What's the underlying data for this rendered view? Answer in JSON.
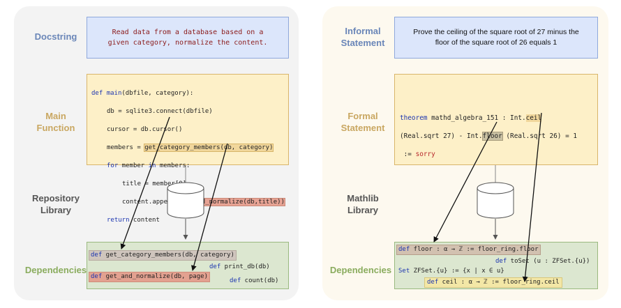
{
  "left": {
    "labels": {
      "docstring": "Docstring",
      "main_function": "Main\nFunction",
      "repository_library": "Repository\nLibrary",
      "dependencies": "Dependencies"
    },
    "docstring_text": "Read data from a database based on a\ngiven category, normalize the content.",
    "code": {
      "l1_kw": "def",
      "l1_fn": "main",
      "l1_rest": "(dbfile, category):",
      "l2": "db = sqlite3.connect(dbfile)",
      "l3": "cursor = db.cursor()",
      "l4_a": "members = ",
      "l4_call": "get_category_members(db, category)",
      "l5_kw": "for",
      "l5_a": " member ",
      "l5_kw2": "in",
      "l5_b": " members:",
      "l6": "title = member[0]",
      "l7_a": "content.append(",
      "l7_call": "get_and_normalize(db,title))",
      "l8_kw": "return",
      "l8_b": " content"
    },
    "deps": {
      "d1_kw": "def",
      "d1_sig": " get_category_members(db, category)",
      "d2_kw": "def",
      "d2_sig": " print_db(db)",
      "d3_kw": "def",
      "d3_sig": " get_and_normalize(db, page)",
      "d4_kw": "def",
      "d4_sig": " count(db)"
    }
  },
  "right": {
    "labels": {
      "informal": "Informal\nStatement",
      "formal": "Formal\nStatement",
      "mathlib": "Mathlib\nLibrary",
      "dependencies": "Dependencies"
    },
    "informal_text": "Prove the ceiling of the square root of 27 minus the\nfloor of the square root of 26 equals 1",
    "formal": {
      "l1_kw": "theorem",
      "l1_a": " mathd_algebra_151 : Int.",
      "l1_ceil": "ceil",
      "l2_a": "(Real.sqrt 27) - Int.",
      "l2_floor": "floor",
      "l2_b": " (Real.sqrt 26) = 1",
      "l3_a": " := ",
      "l3_sorry": "sorry"
    },
    "deps": {
      "d1_kw": "def",
      "d1_sig": " floor : α → ℤ := floor_ring.floor",
      "d2_kw": "def",
      "d2_sig": " toSet (u : ZFSet.{u})",
      "d3_kw": "Set",
      "d3_sig": " ZFSet.{u} := {x | x ∈ u}",
      "d4_kw": "def",
      "d4_sig": " ceil : α → ℤ := floor_ring.ceil"
    }
  }
}
